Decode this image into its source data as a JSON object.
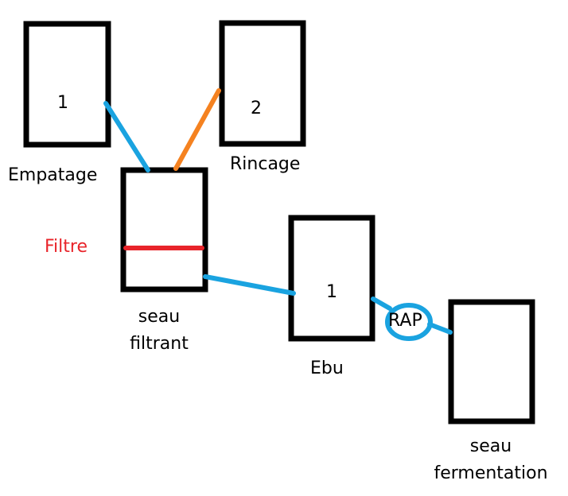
{
  "colors": {
    "box_stroke": "#000000",
    "blue_link": "#1aa3e0",
    "orange_link": "#f58220",
    "filter_line": "#e8242a",
    "filter_text": "#e8242a"
  },
  "boxes": {
    "empatage": {
      "number": "1",
      "label": "Empatage"
    },
    "rincage": {
      "number": "2",
      "label": "Rincage"
    },
    "seau_filtrant": {
      "label_line1": "seau",
      "label_line2": "filtrant"
    },
    "ebu": {
      "number": "1",
      "label": "Ebu"
    },
    "seau_fermentation": {
      "label_line1": "seau",
      "label_line2": "fermentation"
    }
  },
  "filter": {
    "label": "Filtre"
  },
  "valve": {
    "label": "RAP"
  }
}
